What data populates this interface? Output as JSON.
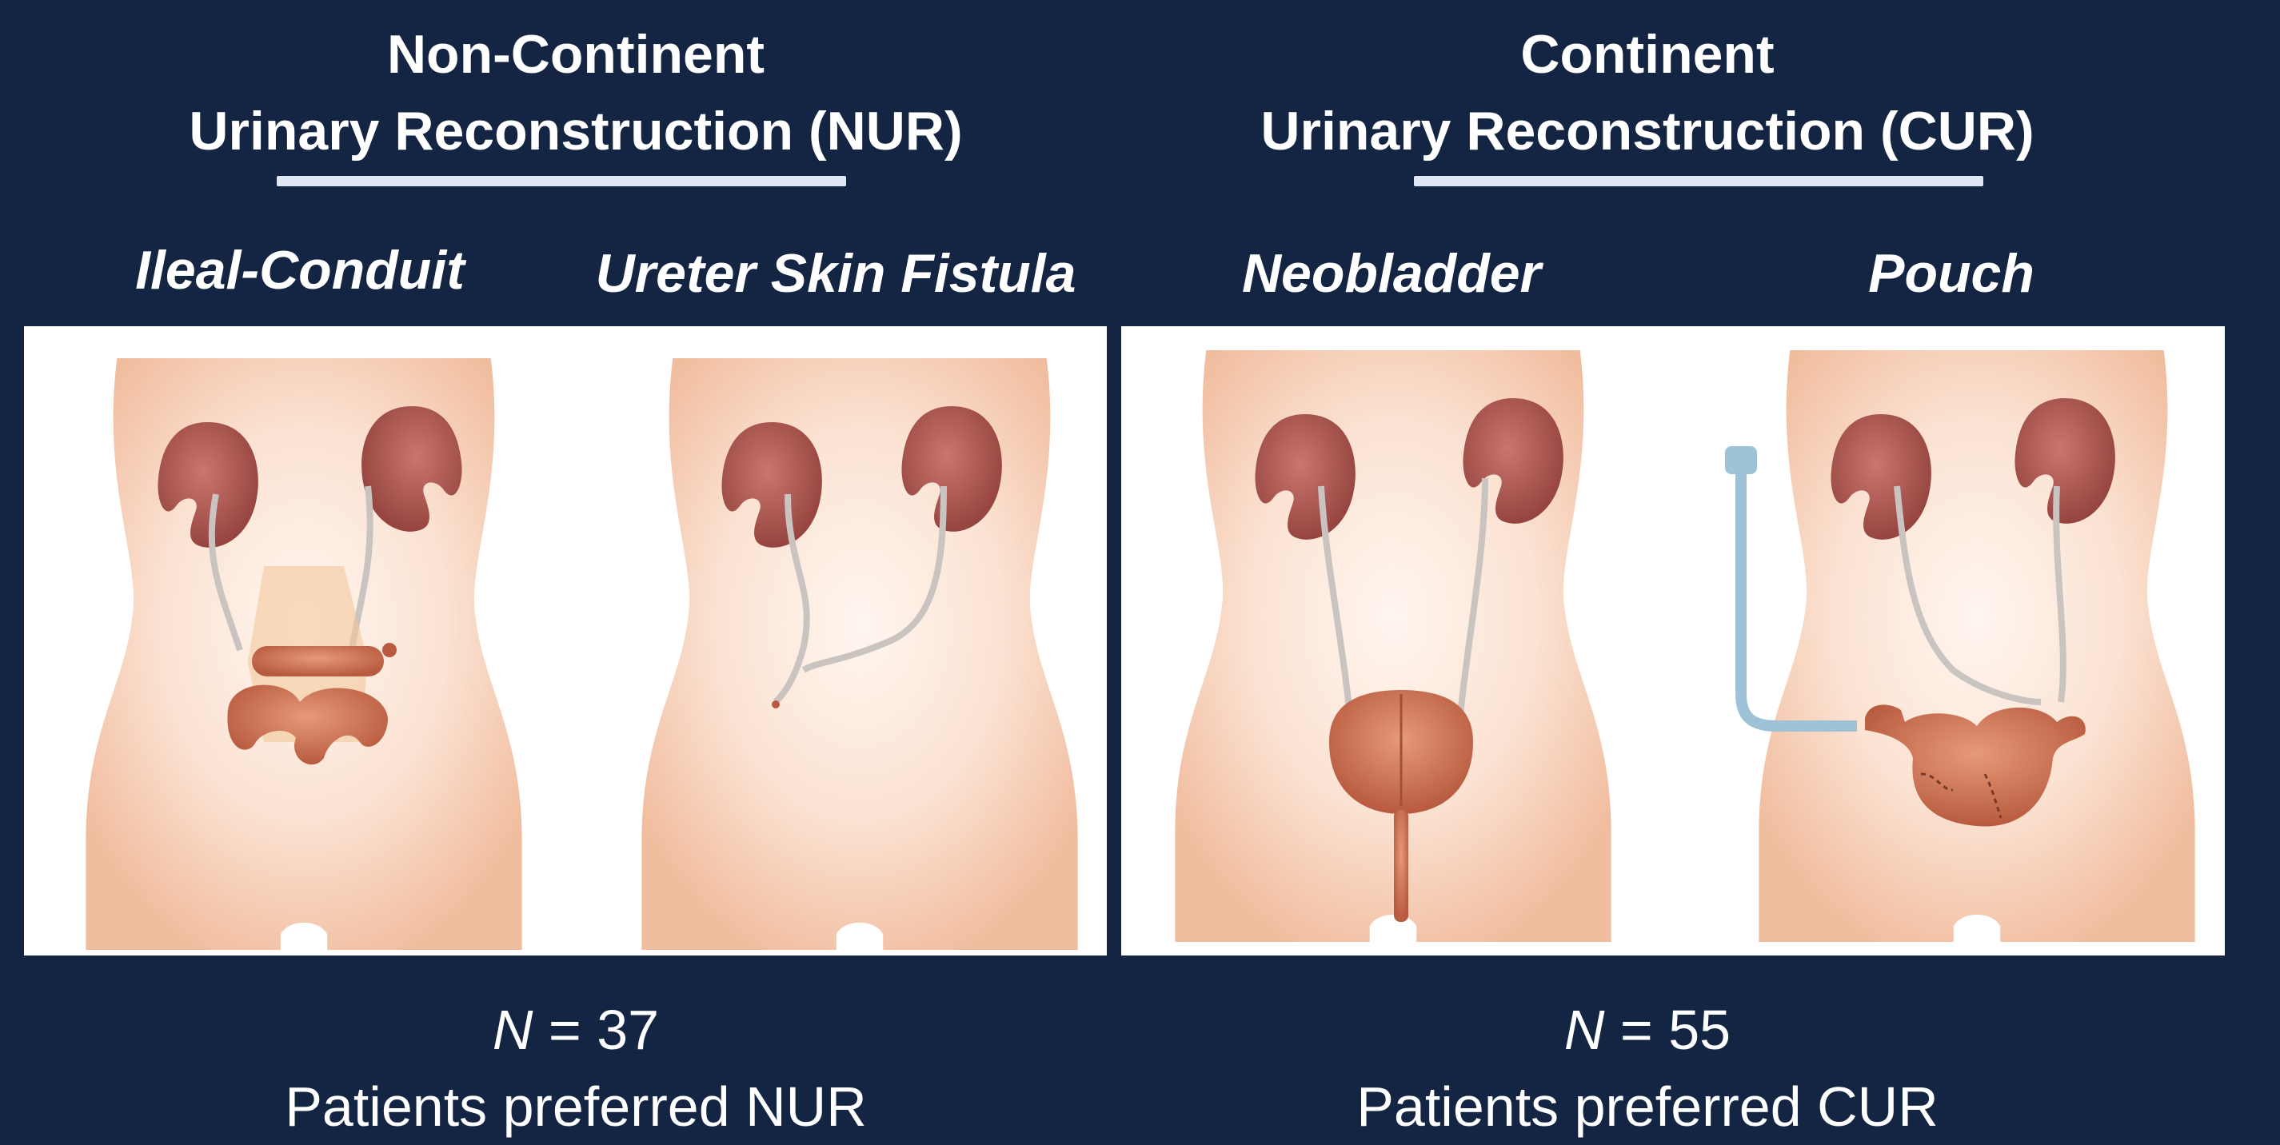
{
  "left_group": {
    "title_line1": "Non-Continent",
    "title_line2": "Urinary Reconstruction (NUR)",
    "procedures": [
      "Ileal-Conduit",
      "Ureter Skin Fistula"
    ],
    "n_label": "N",
    "n_value": "= 37",
    "caption": "Patients preferred NUR"
  },
  "right_group": {
    "title_line1": "Continent",
    "title_line2": "Urinary Reconstruction (CUR)",
    "procedures": [
      "Neobladder",
      "Pouch"
    ],
    "n_label": "N",
    "n_value": "= 55",
    "caption": "Patients preferred CUR"
  },
  "colors": {
    "background": "#132542",
    "skin": "#f5d1ba",
    "kidney": "#b4615a",
    "bowel": "#cc7052",
    "catheter": "#9fc3d6"
  }
}
